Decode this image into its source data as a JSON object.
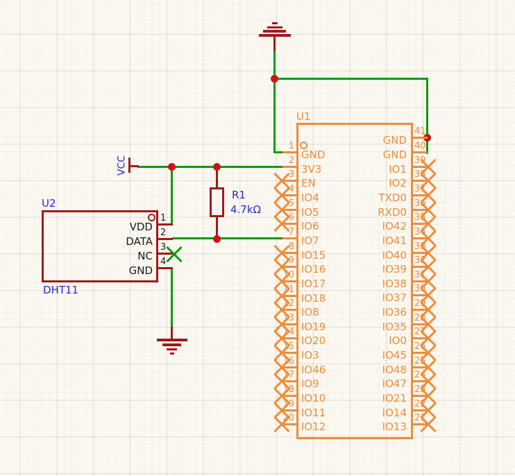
{
  "colors": {
    "wire": "#0E990E",
    "component": "#9E1B1B",
    "part": "#EF8C3A",
    "junction": "#CC1414",
    "label_blue": "#2727D8",
    "pin_name_dark": "#1A1A1A",
    "background": "#FAF8F0"
  },
  "power": {
    "vcc_label": "VCC"
  },
  "r1": {
    "ref": "R1",
    "value": "4.7kΩ"
  },
  "u2": {
    "ref": "U2",
    "value": "DHT11",
    "pins": [
      {
        "num": "1",
        "name": "VDD",
        "nc": false
      },
      {
        "num": "2",
        "name": "DATA",
        "nc": false
      },
      {
        "num": "3",
        "name": "NC",
        "nc": true
      },
      {
        "num": "4",
        "name": "GND",
        "nc": false
      }
    ]
  },
  "u1": {
    "ref": "U1",
    "left_pins": [
      {
        "num": "1",
        "name": "GND",
        "nc": false
      },
      {
        "num": "2",
        "name": "3V3",
        "nc": false
      },
      {
        "num": "3",
        "name": "EN",
        "nc": true
      },
      {
        "num": "4",
        "name": "IO4",
        "nc": true
      },
      {
        "num": "5",
        "name": "IO5",
        "nc": true
      },
      {
        "num": "6",
        "name": "IO6",
        "nc": true
      },
      {
        "num": "7",
        "name": "IO7",
        "nc": false
      },
      {
        "num": "8",
        "name": "IO15",
        "nc": true
      },
      {
        "num": "9",
        "name": "IO16",
        "nc": true
      },
      {
        "num": "10",
        "name": "IO17",
        "nc": true
      },
      {
        "num": "11",
        "name": "IO18",
        "nc": true
      },
      {
        "num": "12",
        "name": "IO8",
        "nc": true
      },
      {
        "num": "13",
        "name": "IO19",
        "nc": true
      },
      {
        "num": "14",
        "name": "IO20",
        "nc": true
      },
      {
        "num": "15",
        "name": "IO3",
        "nc": true
      },
      {
        "num": "16",
        "name": "IO46",
        "nc": true
      },
      {
        "num": "17",
        "name": "IO9",
        "nc": true
      },
      {
        "num": "18",
        "name": "IO10",
        "nc": true
      },
      {
        "num": "19",
        "name": "IO11",
        "nc": true
      },
      {
        "num": "20",
        "name": "IO12",
        "nc": true
      }
    ],
    "right_pins": [
      {
        "num": "41",
        "name": "GND",
        "nc": false
      },
      {
        "num": "40",
        "name": "GND",
        "nc": false
      },
      {
        "num": "39",
        "name": "IO1",
        "nc": true
      },
      {
        "num": "38",
        "name": "IO2",
        "nc": true
      },
      {
        "num": "37",
        "name": "TXD0",
        "nc": true
      },
      {
        "num": "36",
        "name": "RXD0",
        "nc": true
      },
      {
        "num": "35",
        "name": "IO42",
        "nc": true
      },
      {
        "num": "34",
        "name": "IO41",
        "nc": true
      },
      {
        "num": "33",
        "name": "IO40",
        "nc": true
      },
      {
        "num": "32",
        "name": "IO39",
        "nc": true
      },
      {
        "num": "31",
        "name": "IO38",
        "nc": true
      },
      {
        "num": "30",
        "name": "IO37",
        "nc": true
      },
      {
        "num": "29",
        "name": "IO36",
        "nc": true
      },
      {
        "num": "28",
        "name": "IO35",
        "nc": true
      },
      {
        "num": "27",
        "name": "IO0",
        "nc": true
      },
      {
        "num": "26",
        "name": "IO45",
        "nc": true
      },
      {
        "num": "25",
        "name": "IO48",
        "nc": true
      },
      {
        "num": "24",
        "name": "IO47",
        "nc": true
      },
      {
        "num": "23",
        "name": "IO21",
        "nc": true
      },
      {
        "num": "22",
        "name": "IO14",
        "nc": true
      },
      {
        "num": "21",
        "name": "IO13",
        "nc": true
      }
    ]
  }
}
